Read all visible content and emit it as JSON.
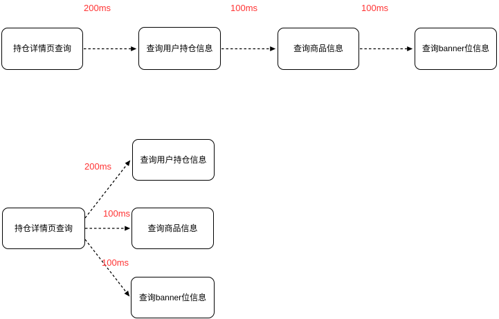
{
  "diagram": {
    "colors": {
      "edge_label": "#FF3333",
      "node_border": "#000000",
      "node_fill": "#FFFFFF",
      "node_text": "#000000",
      "background": "#FFFFFF"
    },
    "top_flow": {
      "nodes": [
        {
          "label": "持仓详情页查询"
        },
        {
          "label": "查询用户持仓信息"
        },
        {
          "label": "查询商品信息"
        },
        {
          "label": "查询banner位信息"
        }
      ],
      "edges": [
        {
          "label": "200ms"
        },
        {
          "label": "100ms"
        },
        {
          "label": "100ms"
        }
      ]
    },
    "bottom_flow": {
      "source": {
        "label": "持仓详情页查询"
      },
      "targets": [
        {
          "label": "查询用户持仓信息"
        },
        {
          "label": "查询商品信息"
        },
        {
          "label": "查询banner位信息"
        }
      ],
      "edges": [
        {
          "label": "200ms"
        },
        {
          "label": "100ms"
        },
        {
          "label": "100ms"
        }
      ]
    }
  }
}
